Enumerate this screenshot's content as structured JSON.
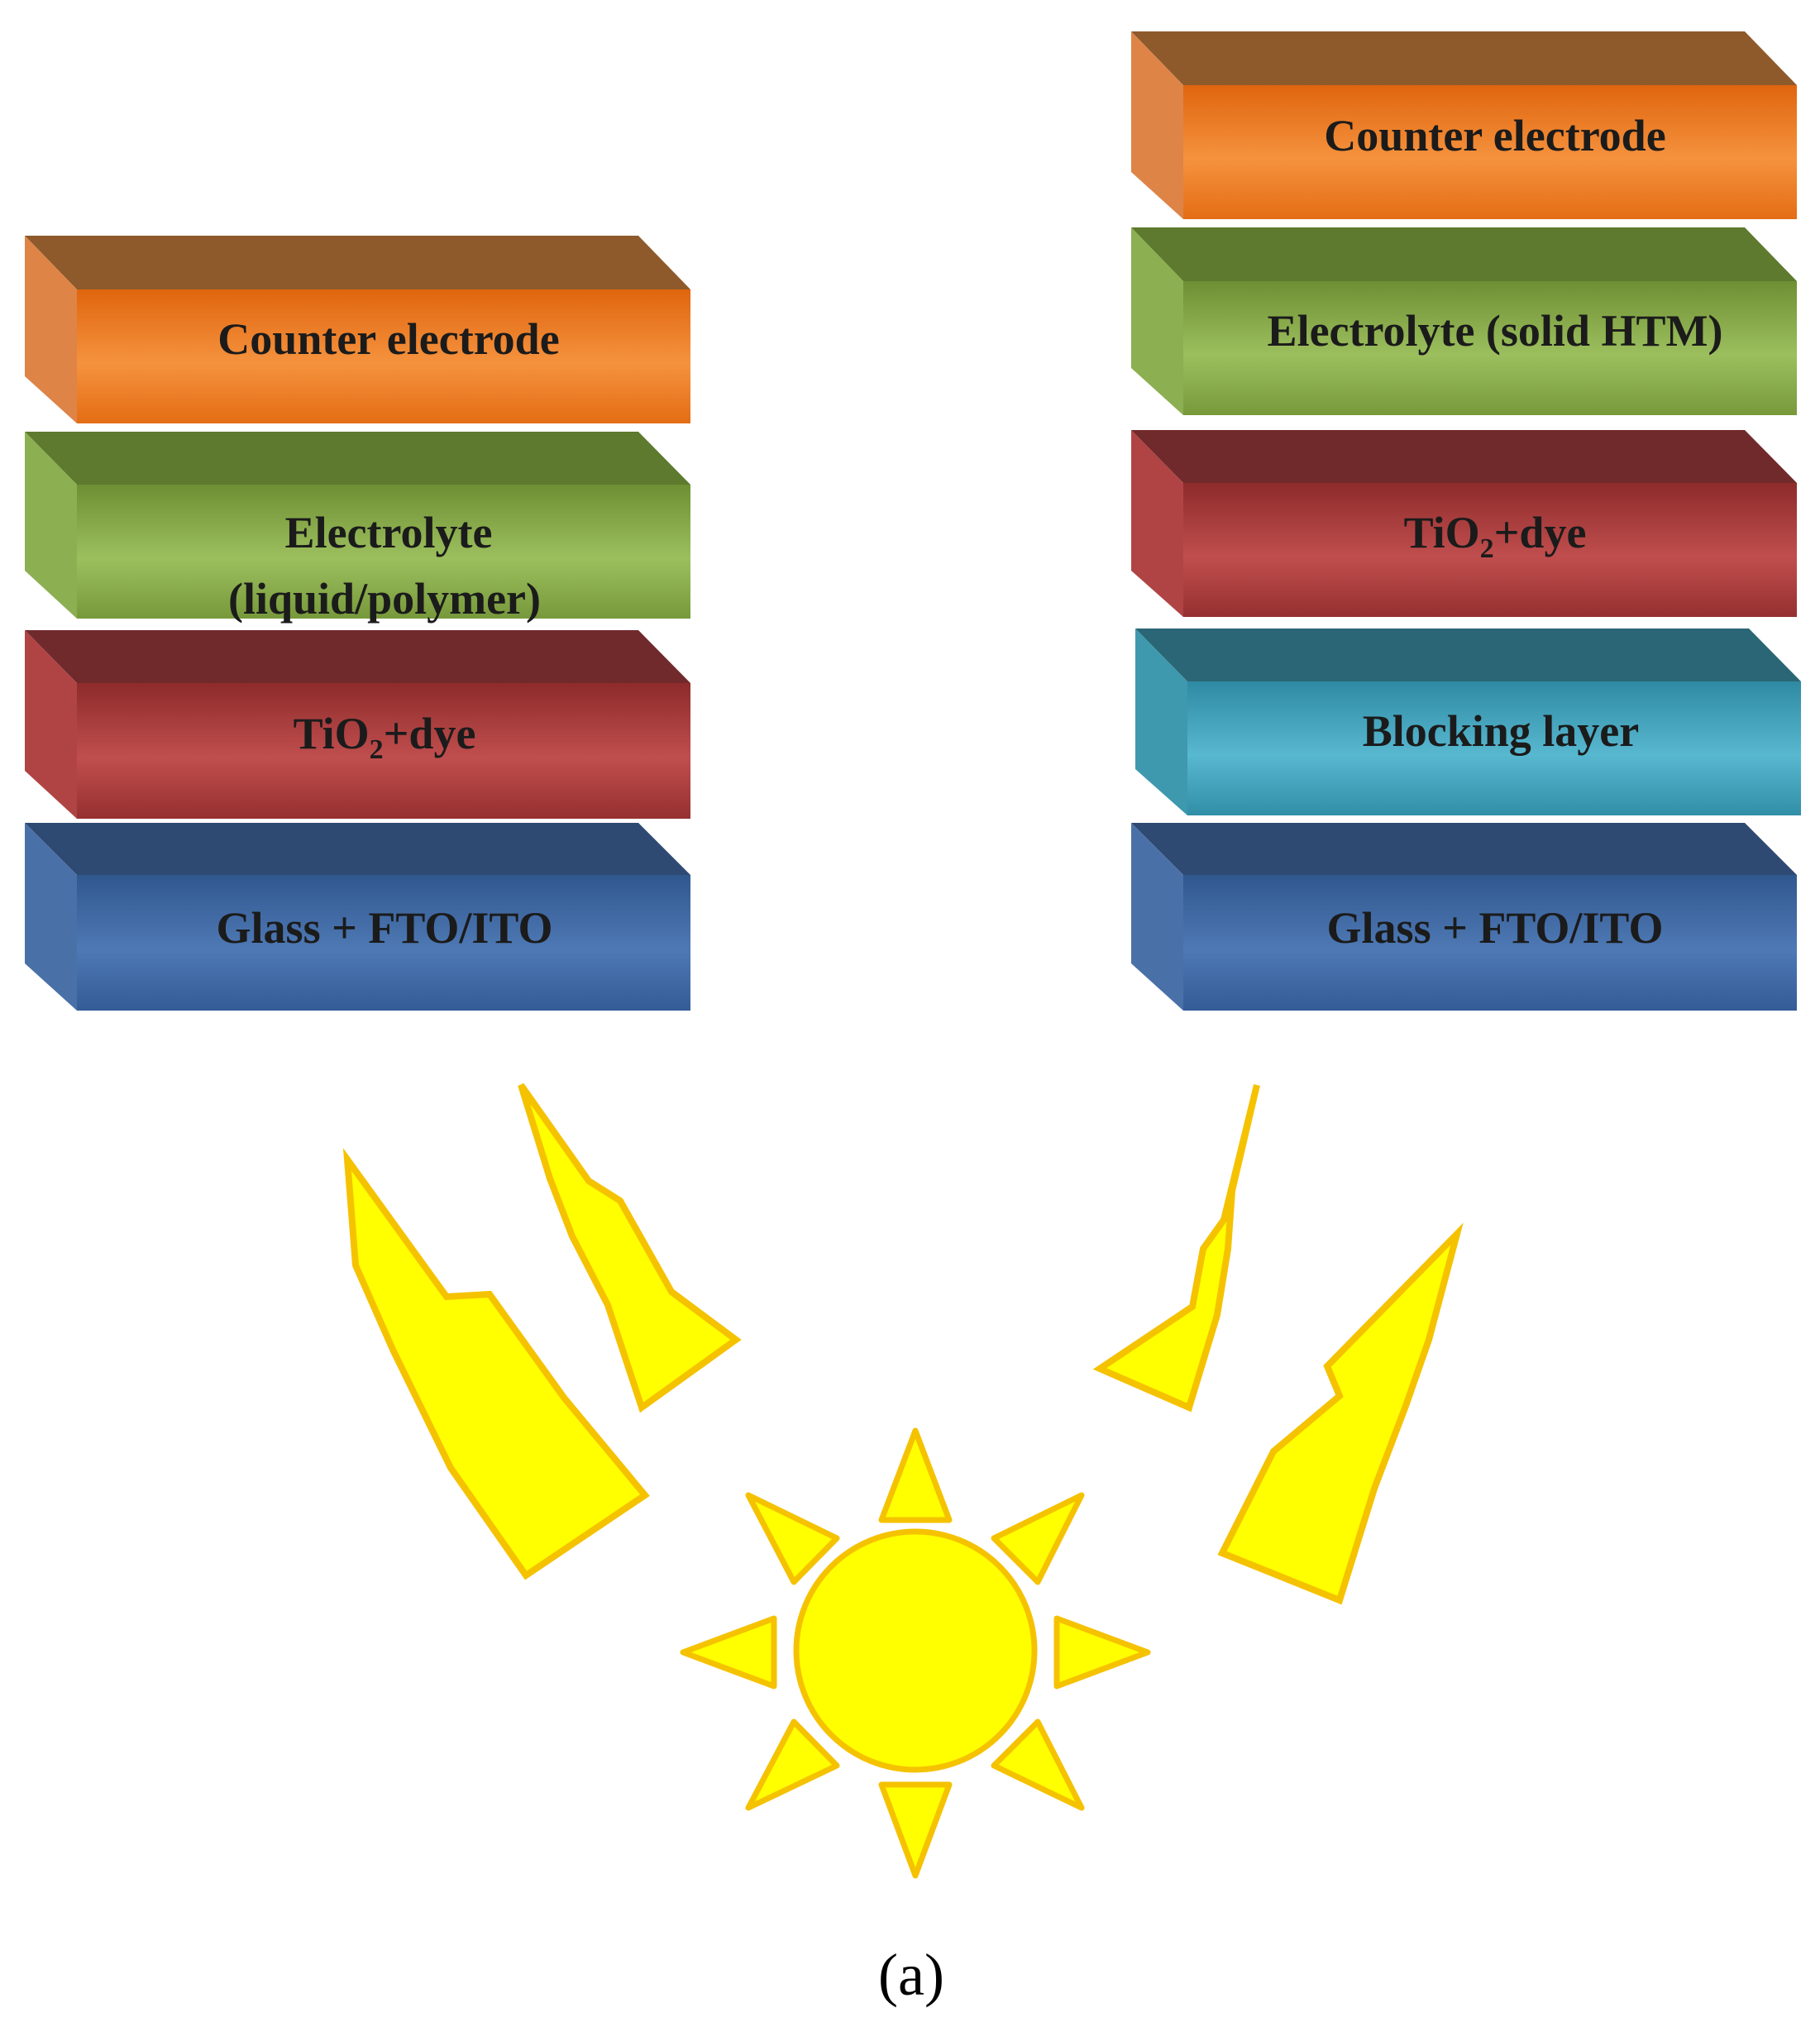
{
  "figure": {
    "caption": "(a)"
  },
  "left_stack": {
    "layers": [
      {
        "label": "Counter electrode",
        "color": "#E9741E"
      },
      {
        "label": "Electrolyte",
        "label_line2": "(liquid/polymer)",
        "color": "#7D9E3F"
      },
      {
        "label": "TiO",
        "subscript": "2",
        "label_suffix": "+dye",
        "color": "#A03434"
      },
      {
        "label": "Glass + FTO/ITO",
        "color": "#3D65A0"
      }
    ]
  },
  "right_stack": {
    "layers": [
      {
        "label": "Counter electrode",
        "color": "#E9741E"
      },
      {
        "label": "Electrolyte (solid HTM)",
        "color": "#7D9E3F"
      },
      {
        "label": "TiO",
        "subscript": "2",
        "label_suffix": "+dye",
        "color": "#A03434"
      },
      {
        "label": "Blocking layer",
        "color": "#3B9BB3"
      },
      {
        "label": "Glass + FTO/ITO",
        "color": "#3D65A0"
      }
    ]
  },
  "light_source": {
    "icon": "sun-icon",
    "ray_icon": "lightning-bolt-icon",
    "fill_color": "#FFFF00",
    "stroke_color": "#F5C200"
  }
}
